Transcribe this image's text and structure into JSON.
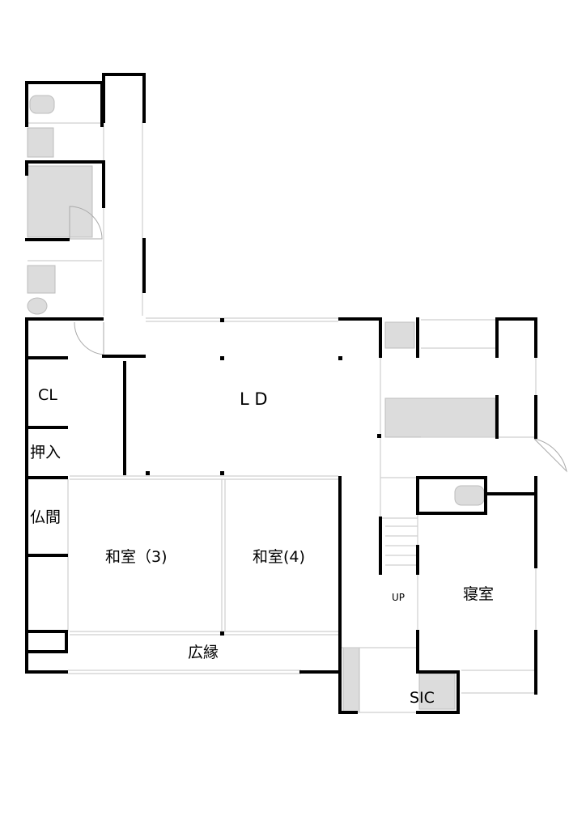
{
  "rooms": {
    "cl": "CL",
    "oshiire": "押入",
    "butsuma": "仏間",
    "ld": "L D",
    "washitsu3": "和室（3)",
    "washitsu4": "和室(4)",
    "hiroen": "広縁",
    "up": "UP",
    "shinshitsu": "寝室",
    "sic": "SIC"
  },
  "colors": {
    "wall": "#000000",
    "fixture": "#dcdcdc",
    "window": "#cfcfcf"
  }
}
